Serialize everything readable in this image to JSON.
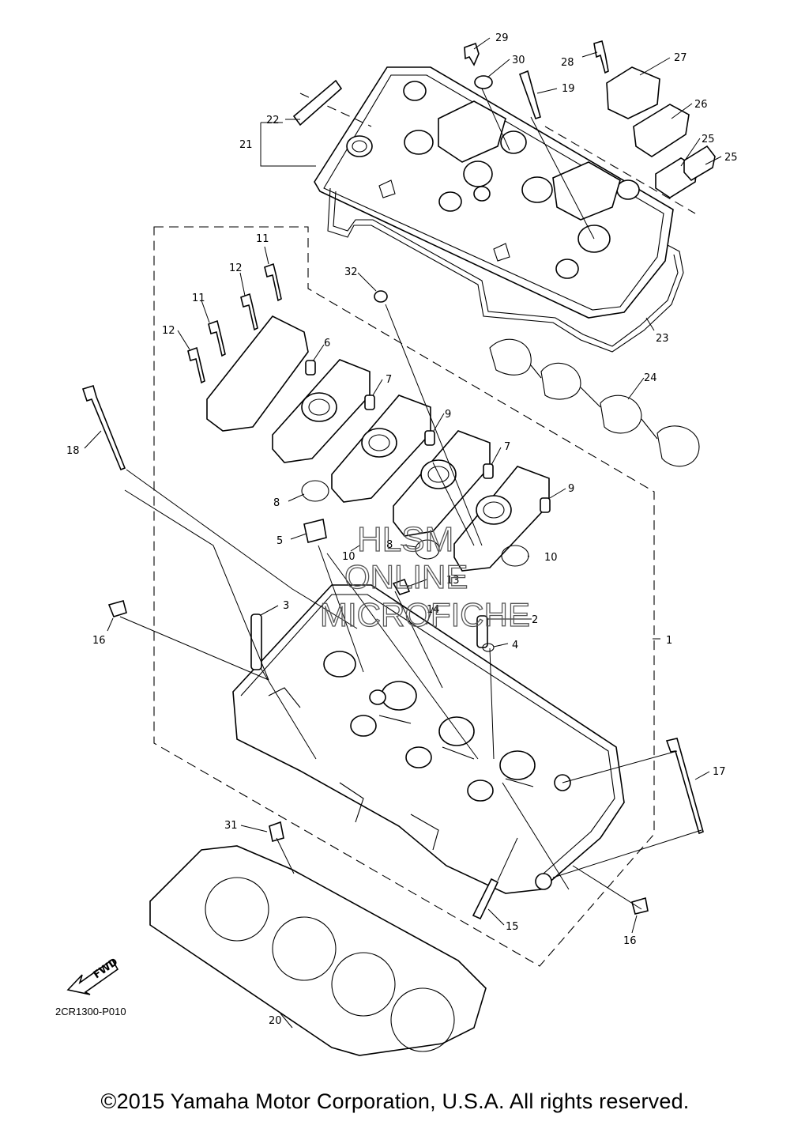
{
  "diagram": {
    "callouts": [
      "1",
      "2",
      "3",
      "4",
      "5",
      "6",
      "7",
      "7",
      "8",
      "8",
      "9",
      "9",
      "10",
      "10",
      "11",
      "11",
      "12",
      "12",
      "13",
      "14",
      "15",
      "16",
      "16",
      "17",
      "18",
      "19",
      "20",
      "21",
      "22",
      "23",
      "24",
      "25",
      "25",
      "26",
      "27",
      "28",
      "29",
      "30",
      "31",
      "32"
    ],
    "watermark": [
      "HLSM",
      "ONLINE",
      "MICROFICHE"
    ],
    "fwd_label": "FWD",
    "reference_code": "2CR1300-P010"
  },
  "footer": {
    "copyright": "©2015 Yamaha Motor Corporation, U.S.A. All rights reserved."
  }
}
